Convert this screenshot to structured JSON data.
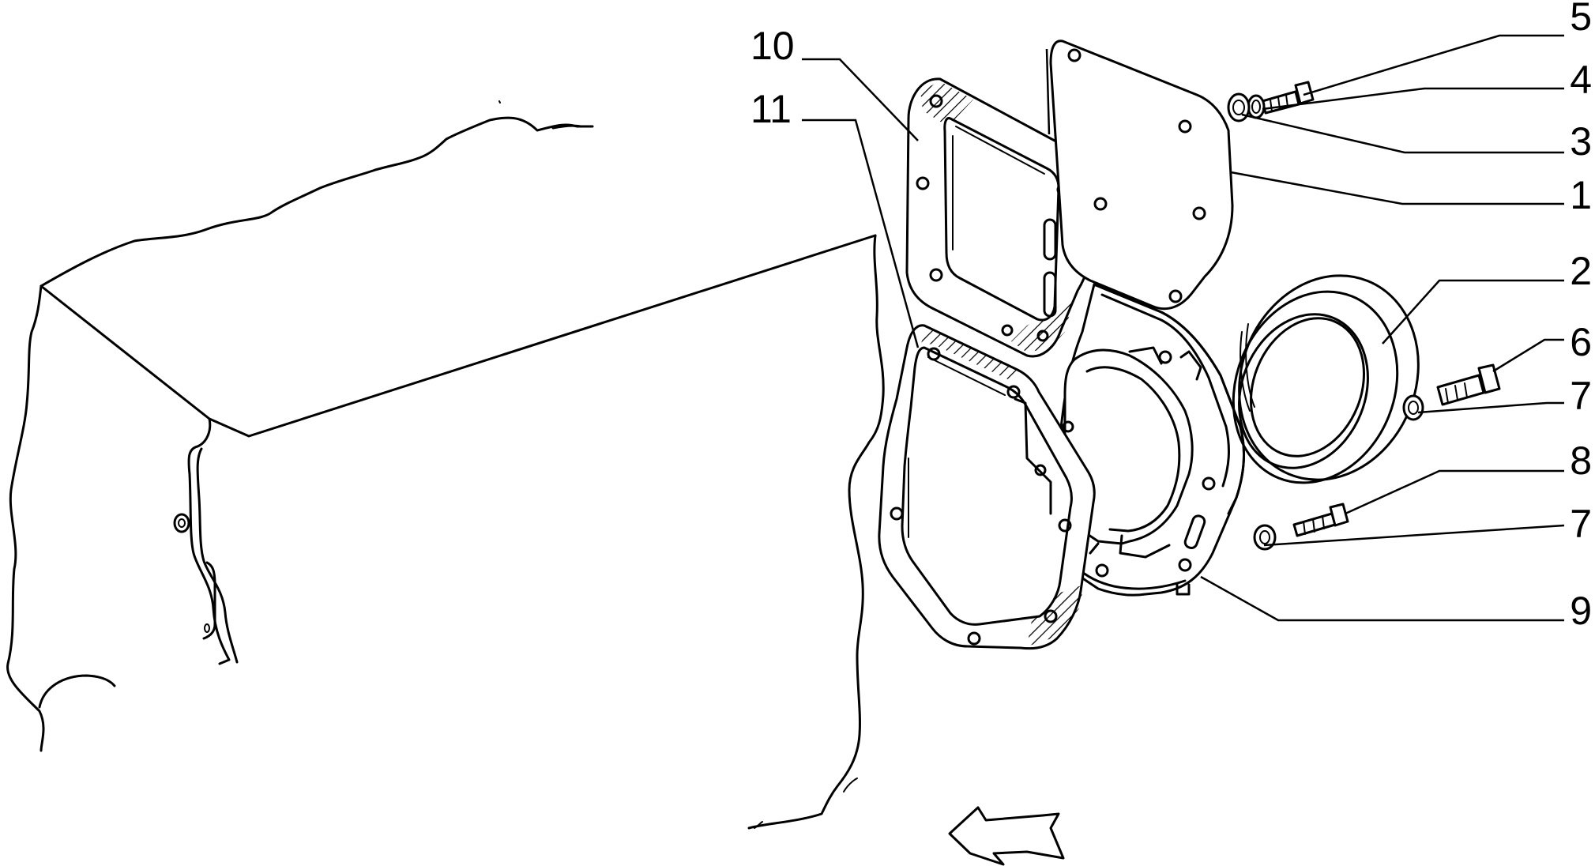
{
  "callouts": {
    "c1": "1",
    "c2": "2",
    "c3": "3",
    "c4": "4",
    "c5": "5",
    "c6": "6",
    "c7a": "7",
    "c7b": "7",
    "c8": "8",
    "c9": "9",
    "c10": "10",
    "c11": "11"
  }
}
